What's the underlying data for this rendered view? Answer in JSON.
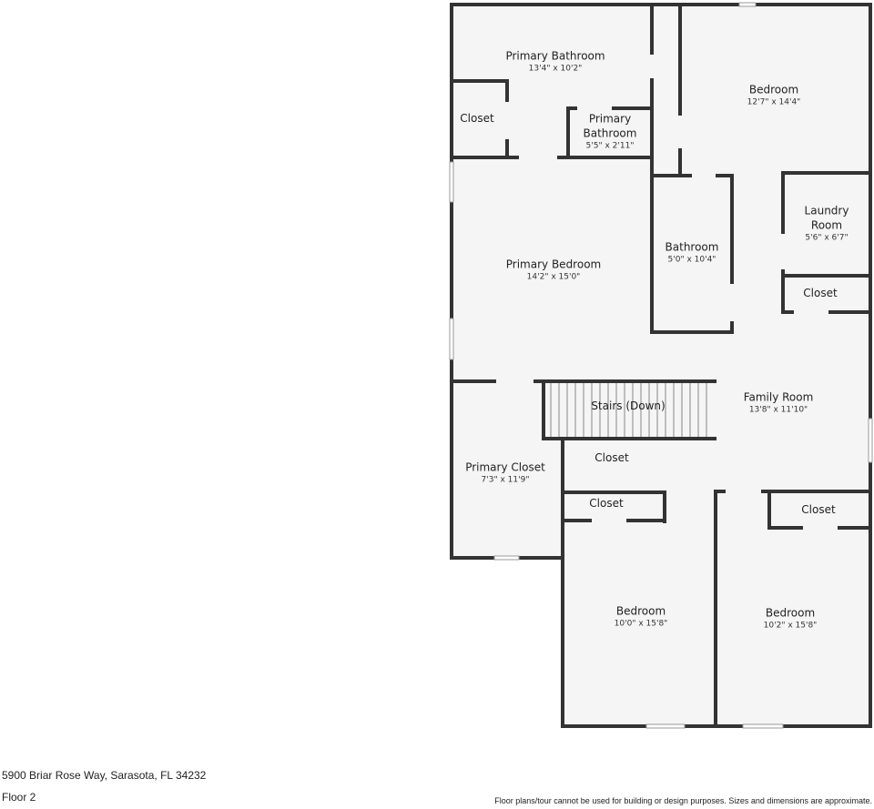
{
  "plan": {
    "rooms": [
      {
        "name": "Primary Bathroom",
        "dims": "13'4\" x 10'2\""
      },
      {
        "name": "Closet",
        "dims": ""
      },
      {
        "name": "Primary Bathroom",
        "dims": "5'5\" x 2'11\""
      },
      {
        "name": "Bedroom",
        "dims": "12'7\" x 14'4\""
      },
      {
        "name": "Laundry Room",
        "dims": "5'6\" x 6'7\""
      },
      {
        "name": "Closet",
        "dims": ""
      },
      {
        "name": "Bathroom",
        "dims": "5'0\" x 10'4\""
      },
      {
        "name": "Primary Bedroom",
        "dims": "14'2\" x 15'0\""
      },
      {
        "name": "Stairs (Down)",
        "dims": ""
      },
      {
        "name": "Family Room",
        "dims": "13'8\" x 11'10\""
      },
      {
        "name": "Primary Closet",
        "dims": "7'3\" x 11'9\""
      },
      {
        "name": "Closet",
        "dims": ""
      },
      {
        "name": "Closet",
        "dims": ""
      },
      {
        "name": "Closet",
        "dims": ""
      },
      {
        "name": "Bedroom",
        "dims": "10'0\" x 15'8\""
      },
      {
        "name": "Bedroom",
        "dims": "10'2\" x 15'8\""
      }
    ],
    "colors": {
      "wall": "#333333",
      "floor": "#f5f5f5"
    }
  },
  "footer": {
    "address": "5900 Briar Rose Way, Sarasota, FL 34232",
    "floor": "Floor 2",
    "disclaimer": "Floor plans/tour cannot be used for building or design purposes. Sizes and dimensions are approximate."
  }
}
